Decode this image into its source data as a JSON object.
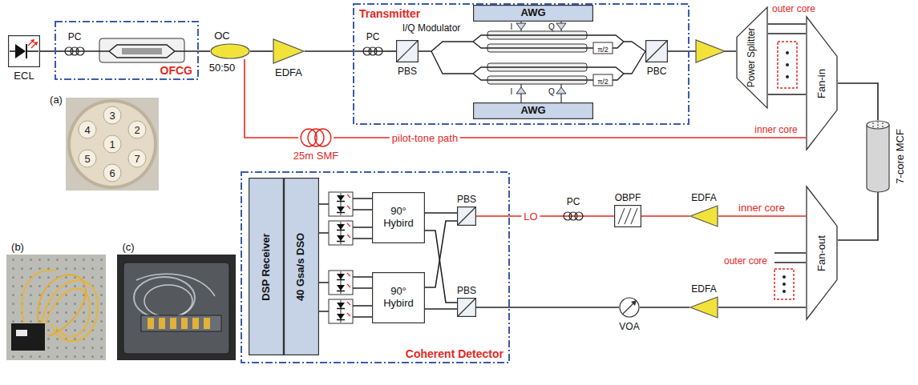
{
  "diagram": {
    "nodes": [
      {
        "text": [
          "ECL"
        ]
      },
      {
        "text": [
          "OFCG"
        ]
      },
      {
        "text": [
          "PC"
        ],
        "in": 1
      },
      {
        "text": [
          "OC",
          "50:50"
        ]
      },
      {
        "text": [
          "EDFA"
        ]
      },
      {
        "text": [
          "Transmitter"
        ]
      },
      {
        "text": [
          "AWG"
        ],
        "in": 5
      },
      {
        "text": [
          "PC"
        ],
        "in": 5
      },
      {
        "text": [
          "PBS"
        ],
        "in": 5
      },
      {
        "text": [
          "PBC"
        ],
        "in": 5
      },
      {
        "text": [
          "AWG"
        ],
        "in": 5
      },
      {
        "text": [
          "Power Splitter"
        ]
      },
      {
        "text": [
          "Fan-in"
        ]
      },
      {
        "text": [
          "7-core MCF"
        ]
      },
      {
        "text": [
          "Fan-out"
        ]
      },
      {
        "text": [
          "25m SMF"
        ]
      },
      {
        "text": [
          "Coherent Detector"
        ]
      },
      {
        "text": [
          "DSP Receiver"
        ],
        "in": 16
      },
      {
        "text": [
          "40 Gsa/s DSO"
        ],
        "in": 16
      },
      {
        "text": [
          "90° Hybird"
        ],
        "in": 16
      },
      {
        "text": [
          "90° Hybird"
        ],
        "in": 16
      },
      {
        "text": [
          "PBS"
        ],
        "in": 16
      },
      {
        "text": [
          "PBS"
        ],
        "in": 16
      },
      {
        "text": [
          "PC"
        ]
      },
      {
        "text": [
          "OBPF"
        ]
      },
      {
        "text": [
          "EDFA"
        ]
      },
      {
        "text": [
          "VOA"
        ]
      },
      {
        "text": [
          "EDFA"
        ]
      }
    ],
    "edges": [
      {
        "from": 0,
        "to": 2,
        "arrow": "none"
      },
      {
        "from": 1,
        "to": 3,
        "arrow": "none"
      },
      {
        "from": 3,
        "to": 4,
        "arrow": "none"
      },
      {
        "from": 3,
        "to": 15,
        "arrow": "none"
      },
      {
        "from": 4,
        "to": 7,
        "arrow": "none"
      },
      {
        "from": 7,
        "to": 8,
        "arrow": "none"
      },
      {
        "from": 9,
        "to": 11,
        "arrow": "none"
      },
      {
        "from": 11,
        "to": 12,
        "arrow": "none"
      },
      {
        "from": 15,
        "to": 12,
        "label": "pilot-tone path",
        "arrow": "none"
      },
      {
        "from": 12,
        "to": 13,
        "arrow": "none"
      },
      {
        "from": 13,
        "to": 14,
        "arrow": "none"
      },
      {
        "from": 14,
        "to": 25,
        "label": "inner core",
        "arrow": "none"
      },
      {
        "from": 25,
        "to": 24,
        "arrow": "none"
      },
      {
        "from": 24,
        "to": 23,
        "arrow": "none"
      },
      {
        "from": 23,
        "to": 21,
        "label": "LO",
        "arrow": "none"
      },
      {
        "from": 14,
        "to": 27,
        "arrow": "none"
      },
      {
        "from": 27,
        "to": 26,
        "arrow": "none"
      },
      {
        "from": 26,
        "to": 22,
        "arrow": "none"
      },
      {
        "from": 21,
        "to": 19,
        "arrow": "none"
      },
      {
        "from": 21,
        "to": 20,
        "arrow": "none"
      },
      {
        "from": 22,
        "to": 19,
        "arrow": "none"
      },
      {
        "from": 22,
        "to": 20,
        "arrow": "none"
      }
    ],
    "labels": [
      "I/Q Modulator",
      "I",
      "Q",
      "π/2",
      "π/2",
      "I",
      "Q",
      "outer core",
      "inner core",
      "outer core",
      "(a)",
      "1",
      "2",
      "3",
      "4",
      "5",
      "6",
      "7",
      "(b)",
      "(c)"
    ]
  }
}
